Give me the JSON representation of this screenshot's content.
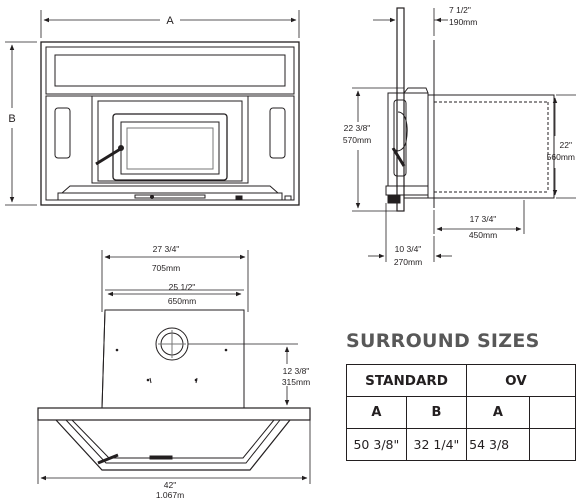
{
  "front_view": {
    "width_label": "A",
    "height_label": "B"
  },
  "side_view": {
    "top_depth": {
      "in": "7 1/2\"",
      "mm": "190mm"
    },
    "left_height": {
      "in": "22 3/8\"",
      "mm": "570mm"
    },
    "right_height": {
      "in": "22\"",
      "mm": "560mm"
    },
    "bottom_depth": {
      "in": "17 3/4\"",
      "mm": "450mm"
    },
    "front_offset": {
      "in": "10 3/4\"",
      "mm": "270mm"
    }
  },
  "top_view": {
    "outer_width": {
      "in": "27 3/4\"",
      "mm": "705mm"
    },
    "inner_width": {
      "in": "25 1/2\"",
      "mm": "650mm"
    },
    "flue_offset": {
      "in": "12 3/8\"",
      "mm": "315mm"
    },
    "surround_width": {
      "in": "42\"",
      "mm": "1.067m"
    }
  },
  "surround_sizes": {
    "title": "SURROUND SIZES",
    "groups": [
      "STANDARD",
      "OV"
    ],
    "columns": [
      "A",
      "B",
      "A"
    ],
    "rows": [
      [
        "50 3/8\"",
        "32 1/4\"",
        "54 3/8"
      ]
    ]
  }
}
